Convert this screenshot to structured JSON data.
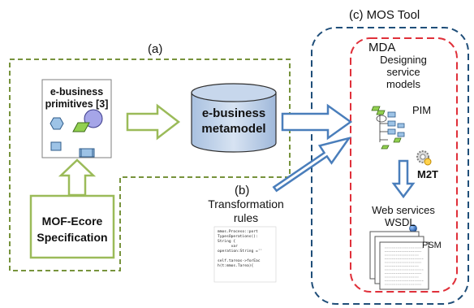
{
  "labels": {
    "mos_tool": "(c) MOS Tool",
    "part_a": "(a)",
    "part_b": "(b)",
    "mda": "MDA",
    "designing": "Designing",
    "service": "service",
    "models": "models",
    "pim": "PIM",
    "m2t": "M2T",
    "web_services": "Web services",
    "wsdl": "WSDL",
    "psm": "PSM",
    "transformation": "Transformation",
    "rules": "rules",
    "ebusiness_primitives_1": "e-business",
    "ebusiness_primitives_2": "primitives [3]",
    "metamodel_1": "e-business",
    "metamodel_2": "metamodel",
    "mof_1": "MOF-Ecore",
    "mof_2": "Specification"
  },
  "code_snippet": {
    "lines": [
      "mmos.Proceso::port",
      "TypesOperations():",
      "String {",
      "      var",
      "operation:String =''",
      "",
      "self.tareas->forEac",
      "h(t:mmos.Tarea){"
    ]
  },
  "colors": {
    "green_dashed": "#77933c",
    "blue_dashed": "#1f4e79",
    "red_dashed": "#e0303a",
    "arrow_blue_stroke": "#4a7ebb",
    "arrow_green_stroke": "#9bbb59",
    "cylinder_fill": "#b8cce4",
    "shape_hexagon": "#9dc3e6",
    "shape_parallelogram": "#92d050",
    "shape_circle": "#a5a5e8"
  }
}
